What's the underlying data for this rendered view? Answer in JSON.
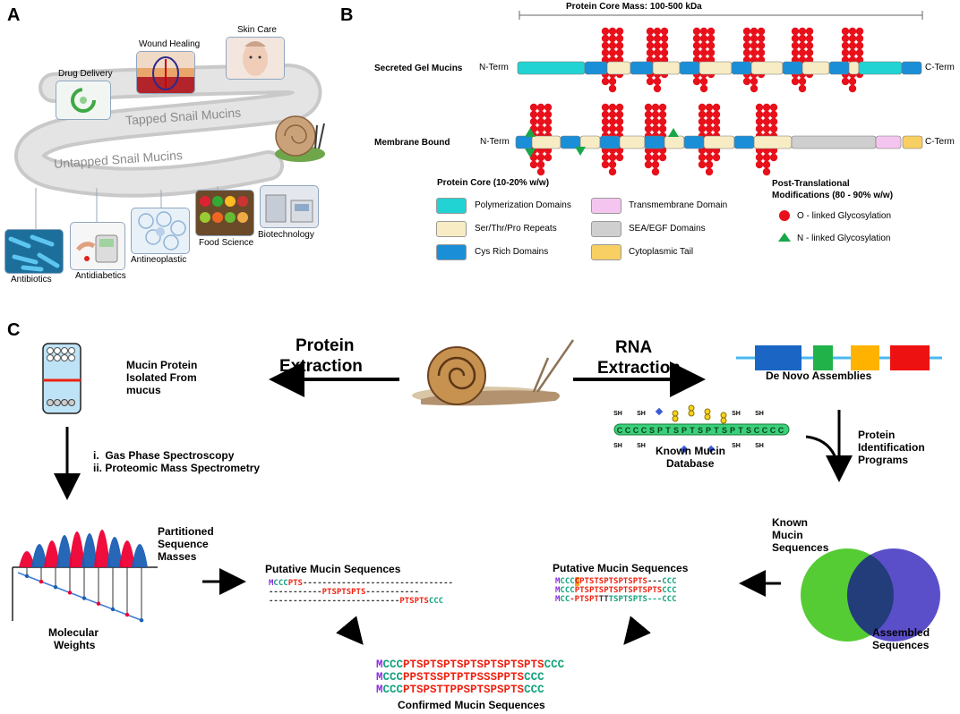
{
  "panels": {
    "a": "A",
    "b": "B",
    "c": "C"
  },
  "panel_a": {
    "road_upper": "Tapped Snail Mucins",
    "road_lower": "Untapped Snail Mucins",
    "applications": {
      "drug_delivery": "Drug Delivery",
      "wound_healing": "Wound Healing",
      "skin_care": "Skin Care",
      "antibiotics": "Antibiotics",
      "antidiabetics": "Antidiabetics",
      "antineoplastic": "Antineoplastic",
      "food_science": "Food Science",
      "biotechnology": "Biotechnology"
    }
  },
  "panel_b": {
    "core_mass": "Protein Core Mass: 100-500 kDa",
    "secreted": "Secreted Gel Mucins",
    "membrane": "Membrane Bound",
    "n_term": "N-Term",
    "c_term": "C-Term",
    "legend_core_title": "Protein Core (10-20% w/w)",
    "legend_ptm_title_1": "Post-Translational",
    "legend_ptm_title_2": "Modifications (80 - 90% w/w)",
    "legend": {
      "polymerization": "Polymerization Domains",
      "repeats": "Ser/Thr/Pro Repeats",
      "cys": "Cys Rich Domains",
      "transmembrane": "Transmembrane Domain",
      "sea_egf": "SEA/EGF Domains",
      "cyto_tail": "Cytoplasmic Tail",
      "o_linked": "O - linked Glycosylation",
      "n_linked": "N - linked Glycosylation"
    },
    "colors": {
      "polymerization": "#22d3d3",
      "repeats": "#f7ecc4",
      "cys": "#1a8fd8",
      "transmembrane": "#f4c6ef",
      "sea_egf": "#cfcfcf",
      "cyto_tail": "#f8cf63",
      "o_linked": "#e8101a",
      "n_linked": "#1aa64a"
    }
  },
  "panel_c": {
    "protein_extraction_1": "Protein",
    "protein_extraction_2": "Extraction",
    "rna_extraction_1": "RNA",
    "rna_extraction_2": "Extraction",
    "mucin_isolated_1": "Mucin Protein",
    "mucin_isolated_2": "Isolated From",
    "mucin_isolated_3": "mucus",
    "de_novo": "De Novo Assemblies",
    "steps_1": "i.  Gas Phase Spectroscopy",
    "steps_2": "ii. Proteomic Mass Spectrometry",
    "known_db_1": "Known Mucin",
    "known_db_2": "Database",
    "protein_id_1": "Protein",
    "protein_id_2": "Identification",
    "protein_id_3": "Programs",
    "partitioned_1": "Partitioned",
    "partitioned_2": "Sequence",
    "partitioned_3": "Masses",
    "molecular_1": "Molecular",
    "molecular_2": "Weights",
    "putative_left": "Putative Mucin Sequences",
    "putative_right": "Putative Mucin Sequences",
    "known_seq_1": "Known",
    "known_seq_2": "Mucin",
    "known_seq_3": "Sequences",
    "assembled_1": "Assembled",
    "assembled_2": "Sequences",
    "confirmed": "Confirmed Mucin Sequences",
    "left_seqs": [
      [
        "M",
        "CCC",
        "PTS",
        "-------------------------------",
        "",
        ""
      ],
      [
        "",
        "",
        "",
        "-----------",
        "PTSPTSPTS",
        "-----------"
      ],
      [
        "",
        "",
        "",
        "---------------------------",
        "PTSPTS",
        "CCC"
      ]
    ],
    "right_seqs": [
      [
        "M",
        "CCC",
        "C",
        "PTSTSPTSPTSPTS",
        "---",
        "CCC"
      ],
      [
        "M",
        "CCC",
        "",
        "PTSPTSPTSPTSPTSPTS",
        "",
        "CCC"
      ],
      [
        "M",
        "CC",
        "",
        "-PTSPT",
        "TT",
        "TSPTSPTS---CCC"
      ]
    ],
    "confirmed_seqs": [
      {
        "m": "M",
        "n": "CCC",
        "core": "PTSPTSPTSPTSPTSPTSPTS",
        "c": "CCC"
      },
      {
        "m": "M",
        "n": "CCC",
        "core": "PPSTSSPTPTPSSSPPTS",
        "c": "CCC"
      },
      {
        "m": "M",
        "n": "CCC",
        "core": "PTSPSTTPPSPTSPSPTS",
        "c": "CCC"
      }
    ],
    "db_chain": "CCCCSPTSPTSPTSPTSCCCC",
    "sh": "SH"
  }
}
